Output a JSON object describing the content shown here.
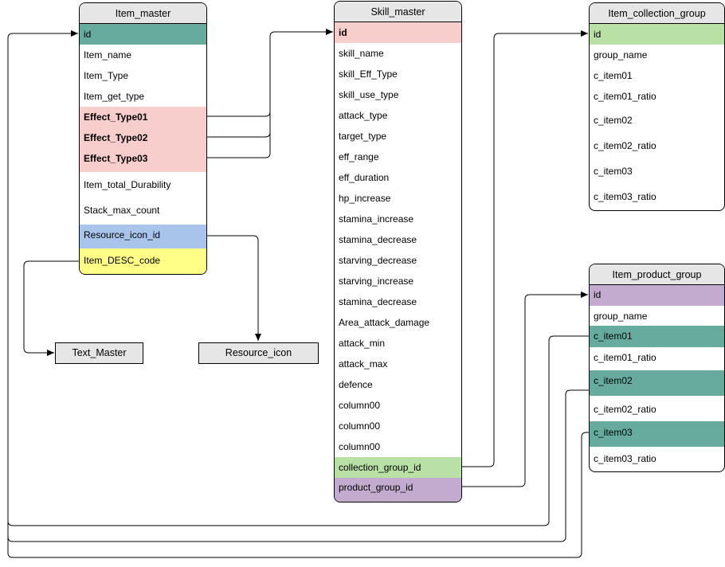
{
  "colors": {
    "teal": "#67ab9f",
    "pink": "#f8cecc",
    "blue": "#a9c4eb",
    "yellow": "#ffff88",
    "green": "#b9e0a5",
    "purple": "#c3abd0",
    "header": "#e6e6e6"
  },
  "item_master": {
    "title": "Item_master",
    "rows": [
      "id",
      "Item_name",
      "Item_Type",
      "Item_get_type",
      "Effect_Type01",
      "Effect_Type02",
      "Effect_Type03",
      "Item_total_Durability",
      "Stack_max_count",
      "Resource_icon_id",
      "Item_DESC_code"
    ]
  },
  "skill_master": {
    "title": "Skill_master",
    "rows": [
      "id",
      "skill_name",
      "skill_Eff_Type",
      "skill_use_type",
      "attack_type",
      "target_type",
      "eff_range",
      "eff_duration",
      "hp_increase",
      "stamina_increase",
      "stamina_decrease",
      "starving_decrease",
      "starving_increase",
      "stamina_decrease",
      "Area_attack_damage",
      "attack_min",
      "attack_max",
      "defence",
      "column00",
      "column00",
      "column00",
      "collection_group_id",
      "product_group_id"
    ]
  },
  "item_collection_group": {
    "title": "Item_collection_group",
    "rows": [
      "id",
      "group_name",
      "c_item01",
      "c_item01_ratio",
      "c_item02",
      "c_item02_ratio",
      "c_item03",
      "c_item03_ratio"
    ]
  },
  "item_product_group": {
    "title": "Item_product_group",
    "rows": [
      "id",
      "group_name",
      "c_item01",
      "c_item01_ratio",
      "c_item02",
      "c_item02_ratio",
      "c_item03",
      "c_item03_ratio"
    ]
  },
  "text_master": {
    "title": "Text_Master"
  },
  "resource_icon": {
    "title": "Resource_icon"
  }
}
